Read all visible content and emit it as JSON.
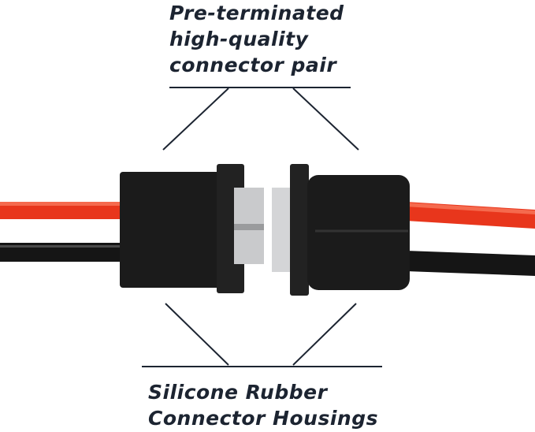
{
  "annotations": {
    "top": [
      "Pre-terminated",
      "high-quality",
      "connector pair"
    ],
    "bottom": [
      "Silicone Rubber",
      "Connector Housings"
    ]
  },
  "colors": {
    "text": "#1c2431",
    "red_wire": "#e8361c",
    "black_wire": "#151515",
    "housing": "#1b1b1b",
    "contact": "#c9cacc"
  }
}
